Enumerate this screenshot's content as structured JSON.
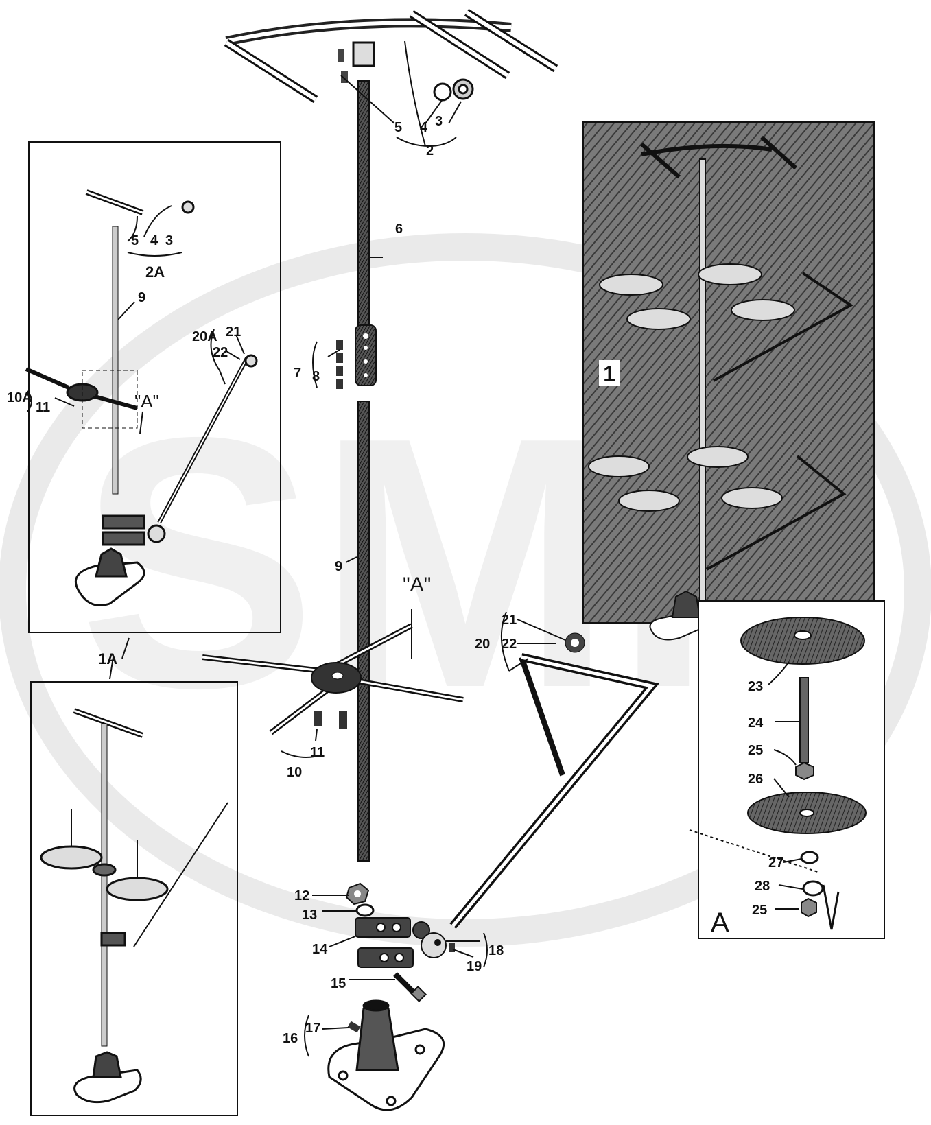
{
  "watermark": {
    "text": "SMP",
    "color": "#d9d9d9"
  },
  "panels": {
    "plate_1": {
      "label": "1"
    },
    "detail_a": {
      "label": "A"
    }
  },
  "callouts": {
    "main": {
      "n2": "2",
      "n3": "3",
      "n4": "4",
      "n5": "5",
      "n6": "6",
      "n7": "7",
      "n8": "8",
      "n9": "9",
      "n10": "10",
      "n11": "11",
      "n12": "12",
      "n13": "13",
      "n14": "14",
      "n15": "15",
      "n16": "16",
      "n17": "17",
      "n18": "18",
      "n19": "19",
      "n20": "20",
      "n21": "21",
      "n22": "22",
      "view_a": "\"A\""
    },
    "panel_2a": {
      "n2a": "2A",
      "n3": "3",
      "n4": "4",
      "n5": "5",
      "n9": "9",
      "n10a": "10A",
      "n11": "11",
      "n20a": "20A",
      "n21": "21",
      "n22": "22",
      "view_a": "\"A\""
    },
    "panel_1a": {
      "n1a": "1A"
    },
    "detail_a": {
      "n23": "23",
      "n24": "24",
      "n25a": "25",
      "n26": "26",
      "n27": "27",
      "n28": "28",
      "n25b": "25"
    }
  }
}
